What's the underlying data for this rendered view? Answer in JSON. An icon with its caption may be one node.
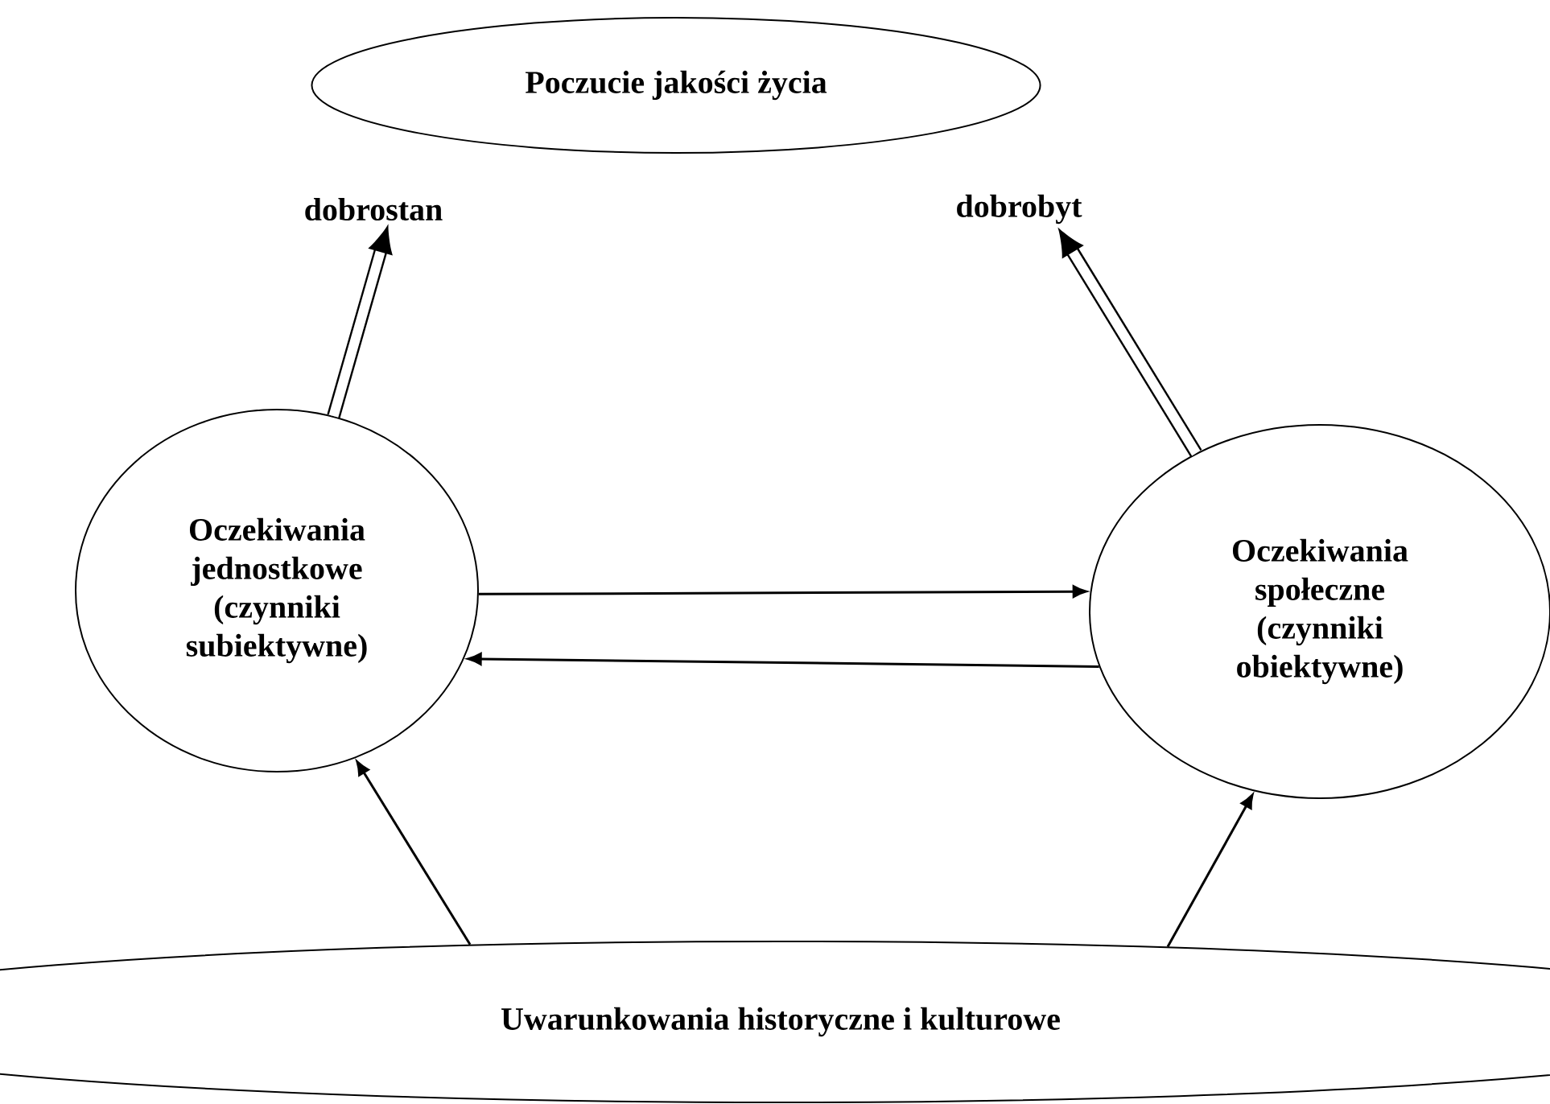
{
  "diagram": {
    "nodes": [
      {
        "text": [
          "Poczucie jakości życia"
        ]
      },
      {
        "text": [
          "dobrostan"
        ]
      },
      {
        "text": [
          "dobrobyt"
        ]
      },
      {
        "text": [
          "Oczekiwania jednostkowe (czynniki subiektywne)"
        ]
      },
      {
        "text": [
          "Oczekiwania społeczne (czynniki obiektywne)"
        ]
      },
      {
        "text": [
          "Uwarunkowania historyczne i kulturowe"
        ]
      }
    ],
    "edges": [
      {
        "from": 3,
        "to": 1,
        "arrow": "to",
        "style": "thick"
      },
      {
        "from": 4,
        "to": 2,
        "arrow": "to",
        "style": "thick"
      },
      {
        "from": 3,
        "to": 4,
        "arrow": "to"
      },
      {
        "from": 4,
        "to": 3,
        "arrow": "to"
      },
      {
        "from": 5,
        "to": 3,
        "arrow": "to"
      },
      {
        "from": 5,
        "to": 4,
        "arrow": "to"
      }
    ]
  }
}
